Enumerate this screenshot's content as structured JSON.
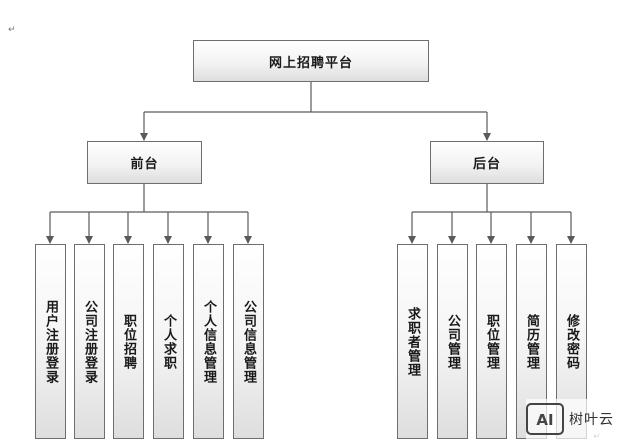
{
  "diagram": {
    "root": "网上招聘平台",
    "branches": [
      {
        "label": "前台",
        "children": [
          "用户注册登录",
          "公司注册登录",
          "职位招聘",
          "个人求职",
          "个人信息管理",
          "公司信息管理"
        ]
      },
      {
        "label": "后台",
        "children": [
          "求职者管理",
          "公司管理",
          "职位管理",
          "简历管理",
          "修改密码"
        ]
      }
    ]
  },
  "watermark": {
    "text": "树叶云",
    "logo_text": "AI"
  },
  "colors": {
    "line": "#5a5a5a",
    "box_border": "#6e6e6e",
    "box_fill_top": "#ffffff",
    "box_fill_bottom": "#dedede"
  }
}
